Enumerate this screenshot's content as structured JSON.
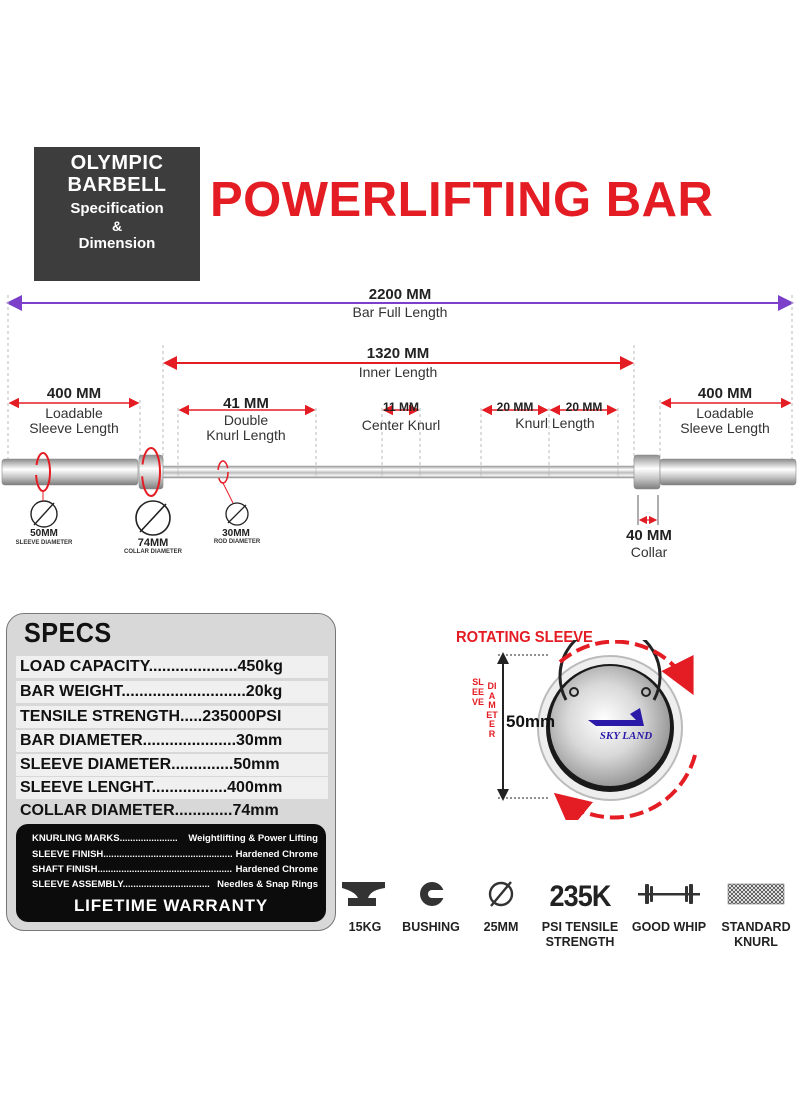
{
  "header": {
    "box_line1": "OLYMPIC",
    "box_line2": "BARBELL",
    "box_line3": "Specification",
    "box_line4": "&",
    "box_line5": "Dimension",
    "main_title": "POWERLIFTING BAR"
  },
  "dimensions": {
    "full_length": {
      "value": "2200 MM",
      "label": "Bar Full Length"
    },
    "inner_length": {
      "value": "1320 MM",
      "label": "Inner Length"
    },
    "left_sleeve": {
      "value": "400 MM",
      "label1": "Loadable",
      "label2": "Sleeve Length"
    },
    "right_sleeve": {
      "value": "400 MM",
      "label1": "Loadable",
      "label2": "Sleeve Length"
    },
    "double_knurl": {
      "value": "41 MM",
      "label1": "Double",
      "label2": "Knurl Length"
    },
    "center_knurl": {
      "value": "11 MM",
      "label": "Center Knurl"
    },
    "knurl_left": {
      "value": "20 MM"
    },
    "knurl_right": {
      "value": "20 MM"
    },
    "knurl_length_label": "Knurl Length",
    "collar": {
      "value": "40 MM",
      "label": "Collar"
    },
    "sleeve_diameter": {
      "value": "50MM",
      "label": "SLEEVE DIAMETER"
    },
    "collar_diameter": {
      "value": "74MM",
      "label": "COLLAR DIAMETER"
    },
    "rod_diameter": {
      "value": "30MM",
      "label": "ROD DIAMETER"
    }
  },
  "specs": {
    "heading": "SPECS",
    "rows": [
      "LOAD CAPACITY....................450kg",
      "BAR WEIGHT............................20kg",
      "TENSILE STRENGTH.....235000PSI",
      "BAR DIAMETER.....................30mm",
      "SLEEVE DIAMETER..............50mm",
      "SLEEVE LENGHT.................400mm",
      "COLLAR DIAMETER.............74mm"
    ],
    "sub_rows": [
      {
        "label": "KNURLING MARKS......................",
        "value": "Weightlifting & Power Lifting"
      },
      {
        "label": "SLEEVE FINISH.................................................",
        "value": "Hardened Chrome"
      },
      {
        "label": "SHAFT FINISH...................................................",
        "value": "Hardened Chrome"
      },
      {
        "label": "SLEEVE ASSEMBLY.................................",
        "value": "Needles & Snap Rings"
      }
    ],
    "warranty": "LIFETIME  WARRANTY"
  },
  "sleeve_view": {
    "title": "ROTATING SLEEVE",
    "side_label1": "SLEEVE",
    "side_label2": "DIAMETER",
    "measure": "50mm",
    "brand": "SKY LAND",
    "brand_color": "#2b1aa8",
    "accent_color": "#e41c23"
  },
  "features": [
    {
      "icon": "anvil-icon",
      "label1": "15KG",
      "label2": ""
    },
    {
      "icon": "bushing-icon",
      "label1": "BUSHING",
      "label2": ""
    },
    {
      "icon": "diameter-icon",
      "label1": "25MM",
      "label2": ""
    },
    {
      "icon": "psi-text",
      "big": "235K",
      "label1": "PSI TENSILE",
      "label2": "STRENGTH"
    },
    {
      "icon": "barbell-icon",
      "label1": "GOOD WHIP",
      "label2": ""
    },
    {
      "icon": "knurl-pattern-icon",
      "label1": "STANDARD",
      "label2": "KNURL"
    }
  ]
}
